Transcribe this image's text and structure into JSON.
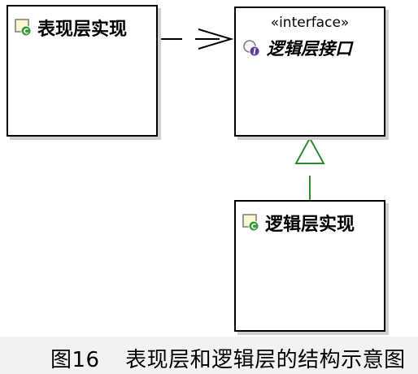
{
  "diagram": {
    "presentation_impl": {
      "label": "表现层实现",
      "icon": "class-icon"
    },
    "logic_interface": {
      "stereotype": "«interface»",
      "label": "逻辑层接口",
      "icon": "interface-icon"
    },
    "logic_impl": {
      "label": "逻辑层实现",
      "icon": "class-icon"
    },
    "relations": [
      {
        "type": "dependency",
        "from": "表现层实现",
        "to": "逻辑层接口"
      },
      {
        "type": "realization",
        "from": "逻辑层实现",
        "to": "逻辑层接口"
      }
    ],
    "colors": {
      "dependency": "#000000",
      "realization": "#2e8b2e",
      "class_icon_green": "#3a9a3a",
      "interface_icon_purple": "#5a3c9a"
    }
  },
  "caption": {
    "figure_number": "图16",
    "text": "表现层和逻辑层的结构示意图"
  }
}
